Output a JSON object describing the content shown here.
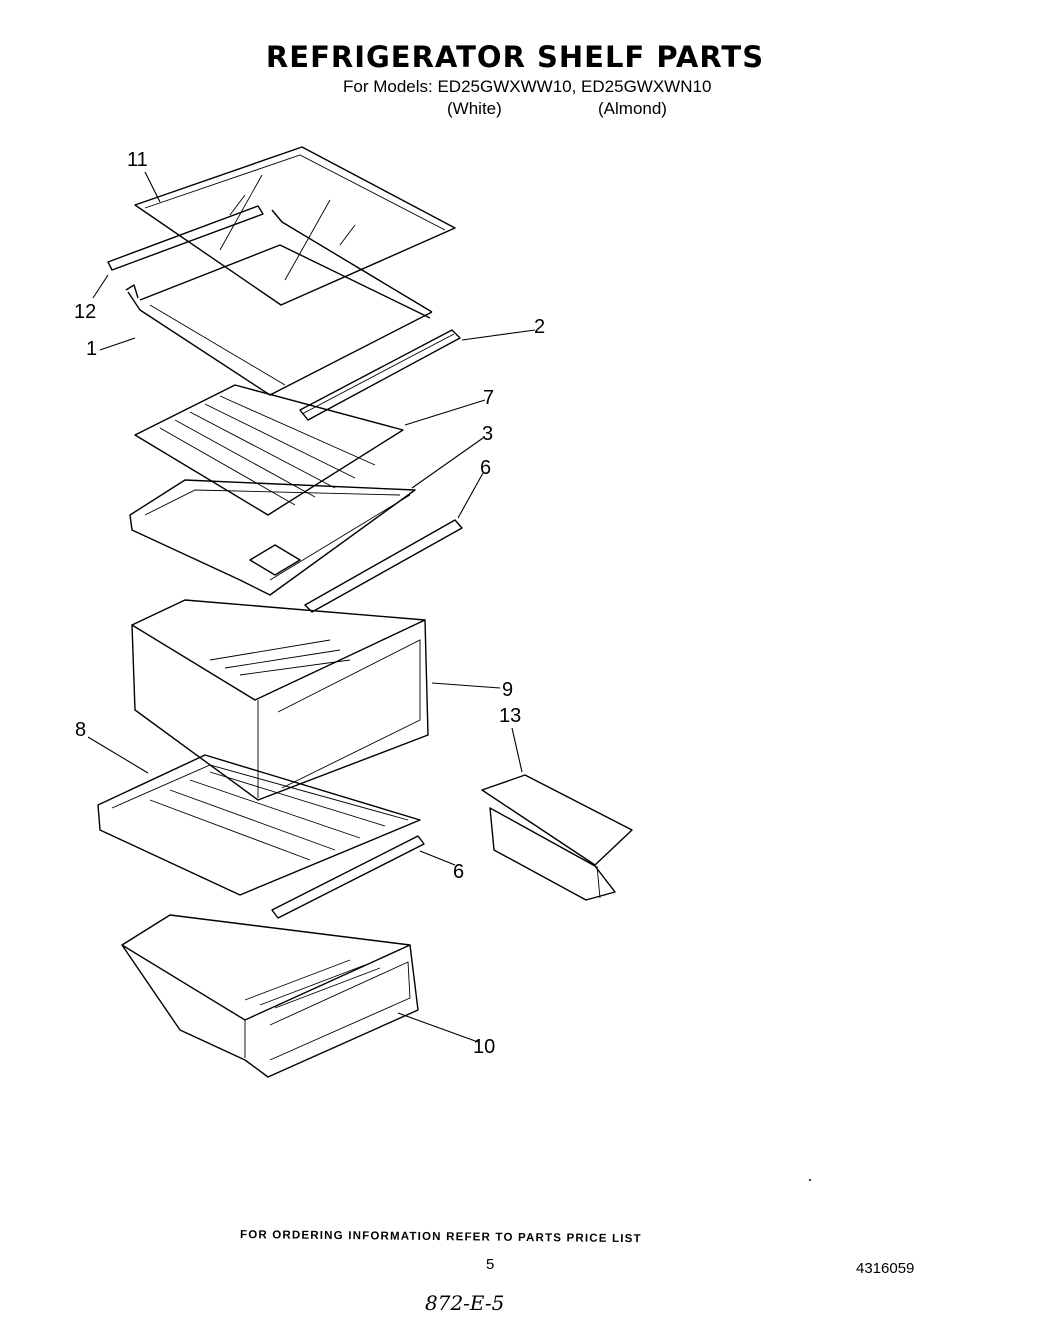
{
  "title": "REFRIGERATOR SHELF PARTS",
  "models": {
    "line": "For Models: ED25GWXWW10, ED25GWXWN10",
    "white": "(White)",
    "almond": "(Almond)"
  },
  "callouts": [
    "11",
    "12",
    "1",
    "2",
    "7",
    "3",
    "6",
    "9",
    "13",
    "8",
    "6",
    "10"
  ],
  "footer": "FOR ORDERING INFORMATION REFER TO PARTS PRICE LIST",
  "page_number": "5",
  "document_number": "4316059",
  "handwritten_note": "872-E-5"
}
